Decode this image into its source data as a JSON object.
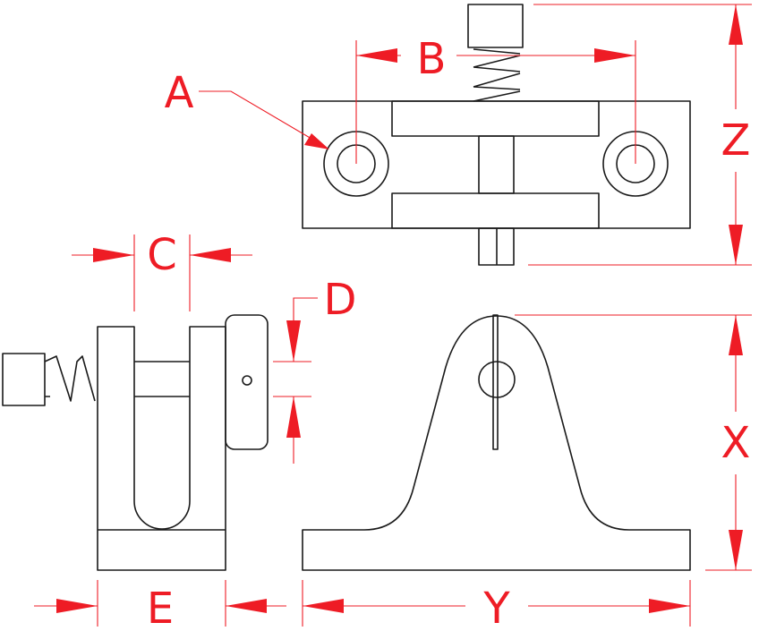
{
  "labels": {
    "A": "A",
    "B": "B",
    "C": "C",
    "D": "D",
    "E": "E",
    "X": "X",
    "Y": "Y",
    "Z": "Z"
  },
  "colors": {
    "dimension": "#ee1c25",
    "outline": "#1a1a1a",
    "background": "#ffffff"
  }
}
